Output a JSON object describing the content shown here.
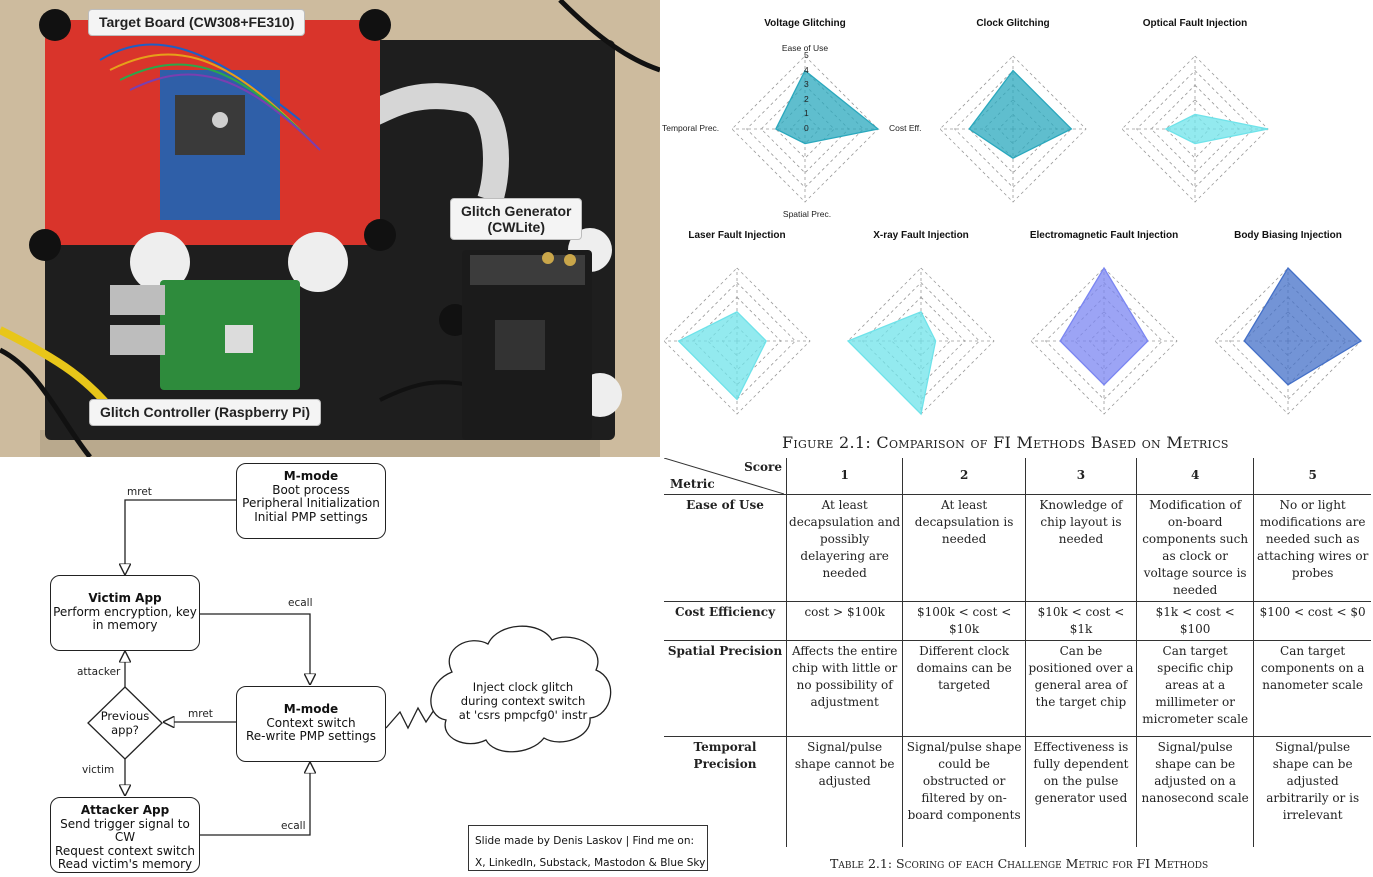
{
  "photo": {
    "labels": {
      "target": "Target Board (CW308+FE310)",
      "glitch_generator_line1": "Glitch Generator",
      "glitch_generator_line2": "(CWLite)",
      "controller": "Glitch Controller (Raspberry Pi)"
    }
  },
  "flow": {
    "mmode_boot": {
      "title": "M-mode",
      "lines": [
        "Boot process",
        "Peripheral Initialization",
        "Initial PMP settings"
      ]
    },
    "victim": {
      "title": "Victim App",
      "lines": [
        "Perform encryption, key",
        "in memory"
      ]
    },
    "mmode_ctx": {
      "title": "M-mode",
      "lines": [
        "Context switch",
        "Re-write PMP settings"
      ]
    },
    "attacker": {
      "title": "Attacker App",
      "lines": [
        "Send trigger signal to CW",
        "Request context switch",
        "Read victim's memory"
      ]
    },
    "decision": {
      "lines": [
        "Previous",
        "app?"
      ]
    },
    "cloud": {
      "lines": [
        "Inject clock glitch",
        "during context switch",
        "at 'csrs pmpcfg0' instr"
      ]
    },
    "edge_labels": {
      "mret_top": "mret",
      "ecall_top": "ecall",
      "attacker": "attacker",
      "mret_mid": "mret",
      "victim": "victim",
      "ecall_bottom": "ecall"
    },
    "credit": {
      "line1": "Slide made by Denis Laskov | Find me on:",
      "line2": "X, LinkedIn, Substack, Mastodon & Blue Sky"
    }
  },
  "radar": {
    "axes": [
      "Ease of Use",
      "Cost Eff.",
      "Spatial Prec.",
      "Temporal Prec."
    ],
    "ticks": [
      "0",
      "1",
      "2",
      "3",
      "4",
      "5"
    ],
    "methods": [
      {
        "title": "Voltage Glitching",
        "values": [
          4,
          5,
          1,
          2
        ],
        "color": "#2aa8bd"
      },
      {
        "title": "Clock Glitching",
        "values": [
          4,
          4,
          2,
          3
        ],
        "color": "#2aa8bd"
      },
      {
        "title": "Optical Fault Injection",
        "values": [
          1,
          5,
          1,
          2
        ],
        "color": "#6fe3ea"
      },
      {
        "title": "Laser Fault Injection",
        "values": [
          2,
          2,
          4,
          4
        ],
        "color": "#6fe3ea"
      },
      {
        "title": "X-ray Fault Injection",
        "values": [
          2,
          1,
          5,
          5
        ],
        "color": "#6fe3ea"
      },
      {
        "title": "Electromagnetic Fault Injection",
        "values": [
          5,
          3,
          3,
          3
        ],
        "color": "#7b86f2"
      },
      {
        "title": "Body Biasing Injection",
        "values": [
          5,
          5,
          3,
          3
        ],
        "color": "#4470c8"
      }
    ]
  },
  "figure_caption": "Figure 2.1: Comparison of FI Methods Based on Metrics",
  "table": {
    "corner_score": "Score",
    "corner_metric": "Metric",
    "scores": [
      "1",
      "2",
      "3",
      "4",
      "5"
    ],
    "rows": [
      {
        "metric": "Ease of Use",
        "cells": [
          "At least decapsulation and possibly delayering are needed",
          "At least decapsulation is needed",
          "Knowledge of chip layout is needed",
          "Modification of on-board components such as clock or voltage source is needed",
          "No or light modifications are needed such as attaching wires or probes"
        ]
      },
      {
        "metric": "Cost Efficiency",
        "cells": [
          "cost > $100k",
          "$100k < cost < $10k",
          "$10k < cost < $1k",
          "$1k < cost < $100",
          "$100 < cost < $0"
        ]
      },
      {
        "metric": "Spatial Precision",
        "cells": [
          "Affects the entire chip with little or no possibility of adjustment",
          "Different clock domains can be targeted",
          "Can be positioned over a general area of the target chip",
          "Can target specific chip areas at a millimeter or micrometer scale",
          "Can target components on a nanometer scale"
        ]
      },
      {
        "metric": "Temporal Precision",
        "cells": [
          "Signal/pulse shape cannot be adjusted",
          "Signal/pulse shape could be obstructed or filtered by on-board components",
          "Effectiveness is fully dependent on the pulse generator used",
          "Signal/pulse shape can be adjusted on a nanosecond scale",
          "Signal/pulse shape can be adjusted arbitrarily or is irrelevant"
        ]
      }
    ]
  },
  "table_caption": "Table 2.1: Scoring of each Challenge Metric for FI Methods"
}
